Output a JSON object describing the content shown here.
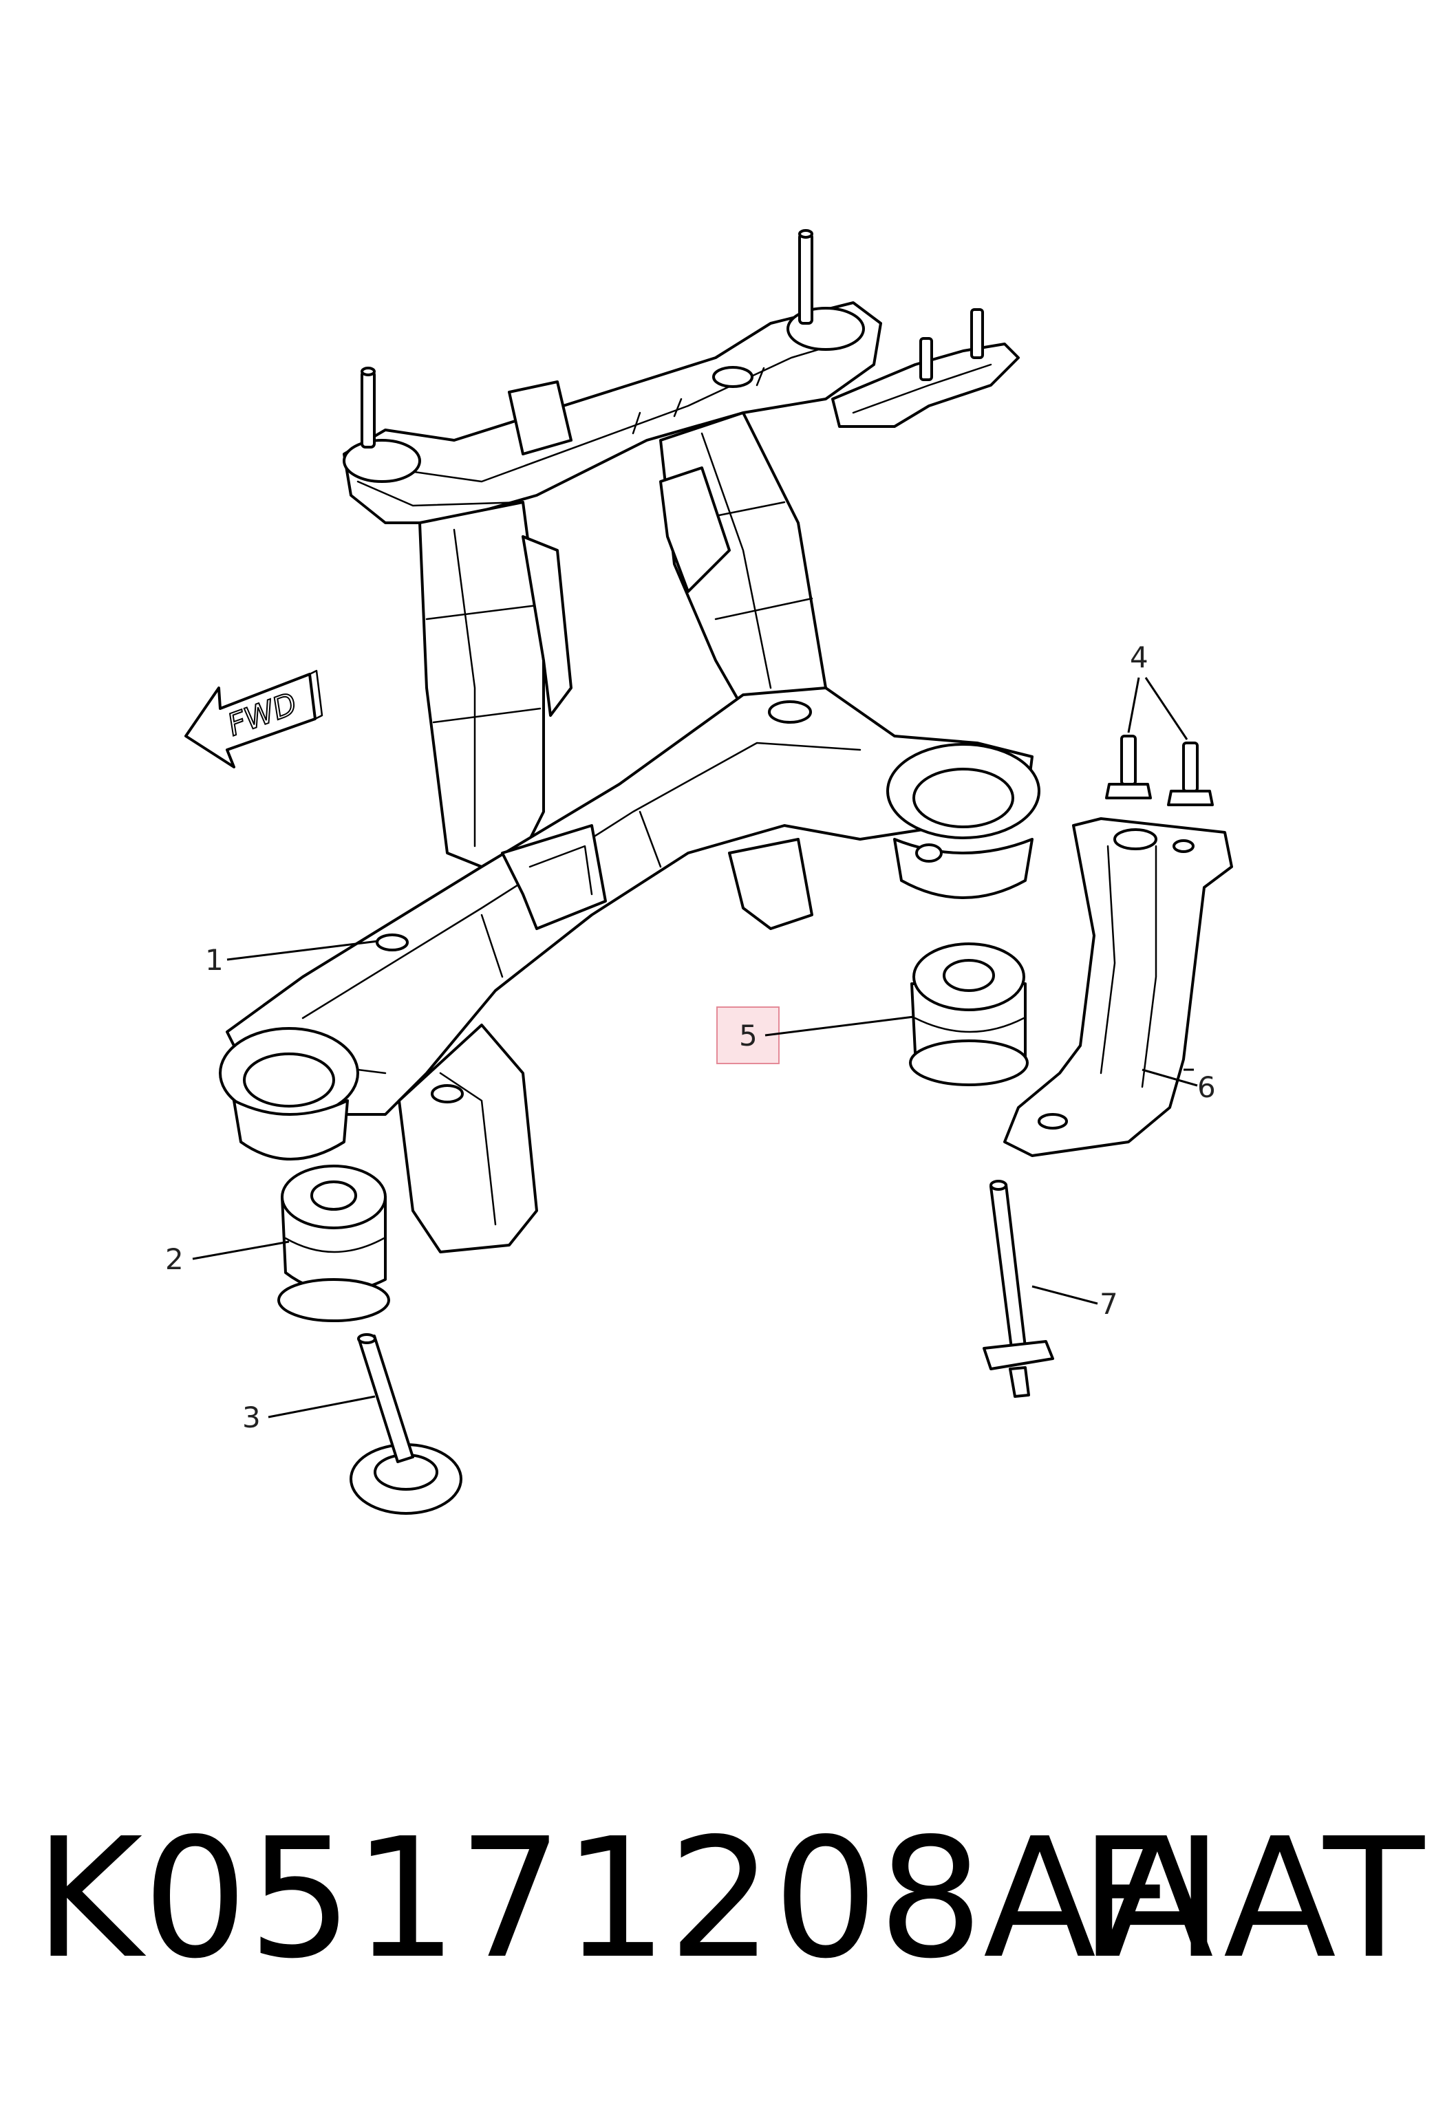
{
  "direction_label": "FWD",
  "callouts": [
    {
      "id": "1",
      "label": "1"
    },
    {
      "id": "2",
      "label": "2"
    },
    {
      "id": "3",
      "label": "3"
    },
    {
      "id": "4",
      "label": "4"
    },
    {
      "id": "5",
      "label": "5",
      "highlighted": true
    },
    {
      "id": "6",
      "label": "6"
    },
    {
      "id": "7",
      "label": "7"
    }
  ],
  "part_number": "K05171208AA",
  "brand": "FIAT",
  "colors": {
    "line": "#000000",
    "highlight_fill": "#fbe3e6",
    "highlight_stroke": "#e48a97"
  }
}
